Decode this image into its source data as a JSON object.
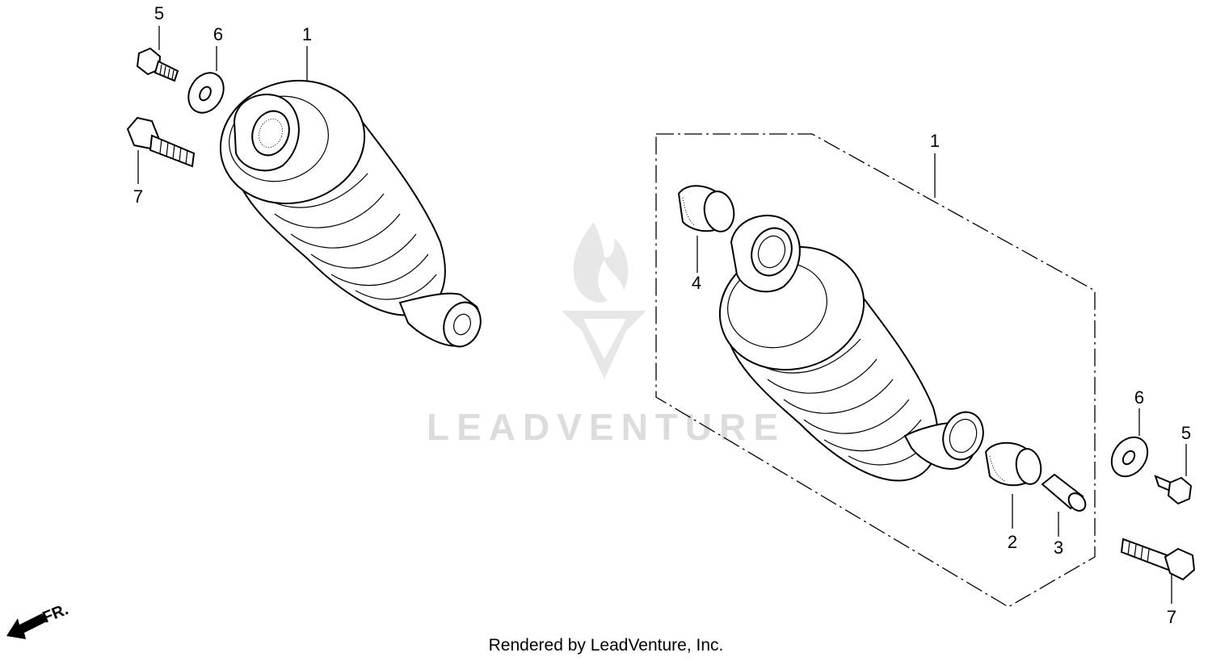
{
  "diagram": {
    "callouts_left": {
      "p1": "1",
      "p5": "5",
      "p6": "6",
      "p7": "7"
    },
    "callouts_right": {
      "p1": "1",
      "p2": "2",
      "p3": "3",
      "p4": "4",
      "p5": "5",
      "p6": "6",
      "p7": "7"
    },
    "direction_label": "FR.",
    "watermark_text": "LEADVENTURE"
  },
  "footer": {
    "text": "Rendered by LeadVenture, Inc."
  }
}
